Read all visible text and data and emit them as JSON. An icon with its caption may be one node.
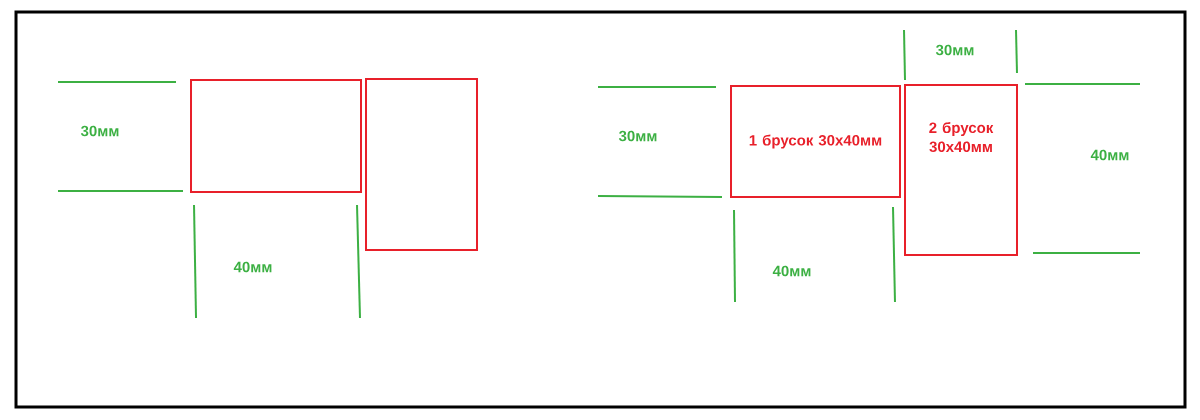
{
  "diagram": {
    "nodes": [
      {
        "text": [],
        "shape": "box"
      },
      {
        "text": [],
        "shape": "box"
      },
      {
        "text": [
          "1 брусок 30х40мм"
        ]
      },
      {
        "text": [
          "2 брусок 30х40мм"
        ]
      }
    ],
    "labels": [
      "30мм",
      "40мм",
      "30мм",
      "30мм",
      "40мм",
      "40мм"
    ]
  }
}
